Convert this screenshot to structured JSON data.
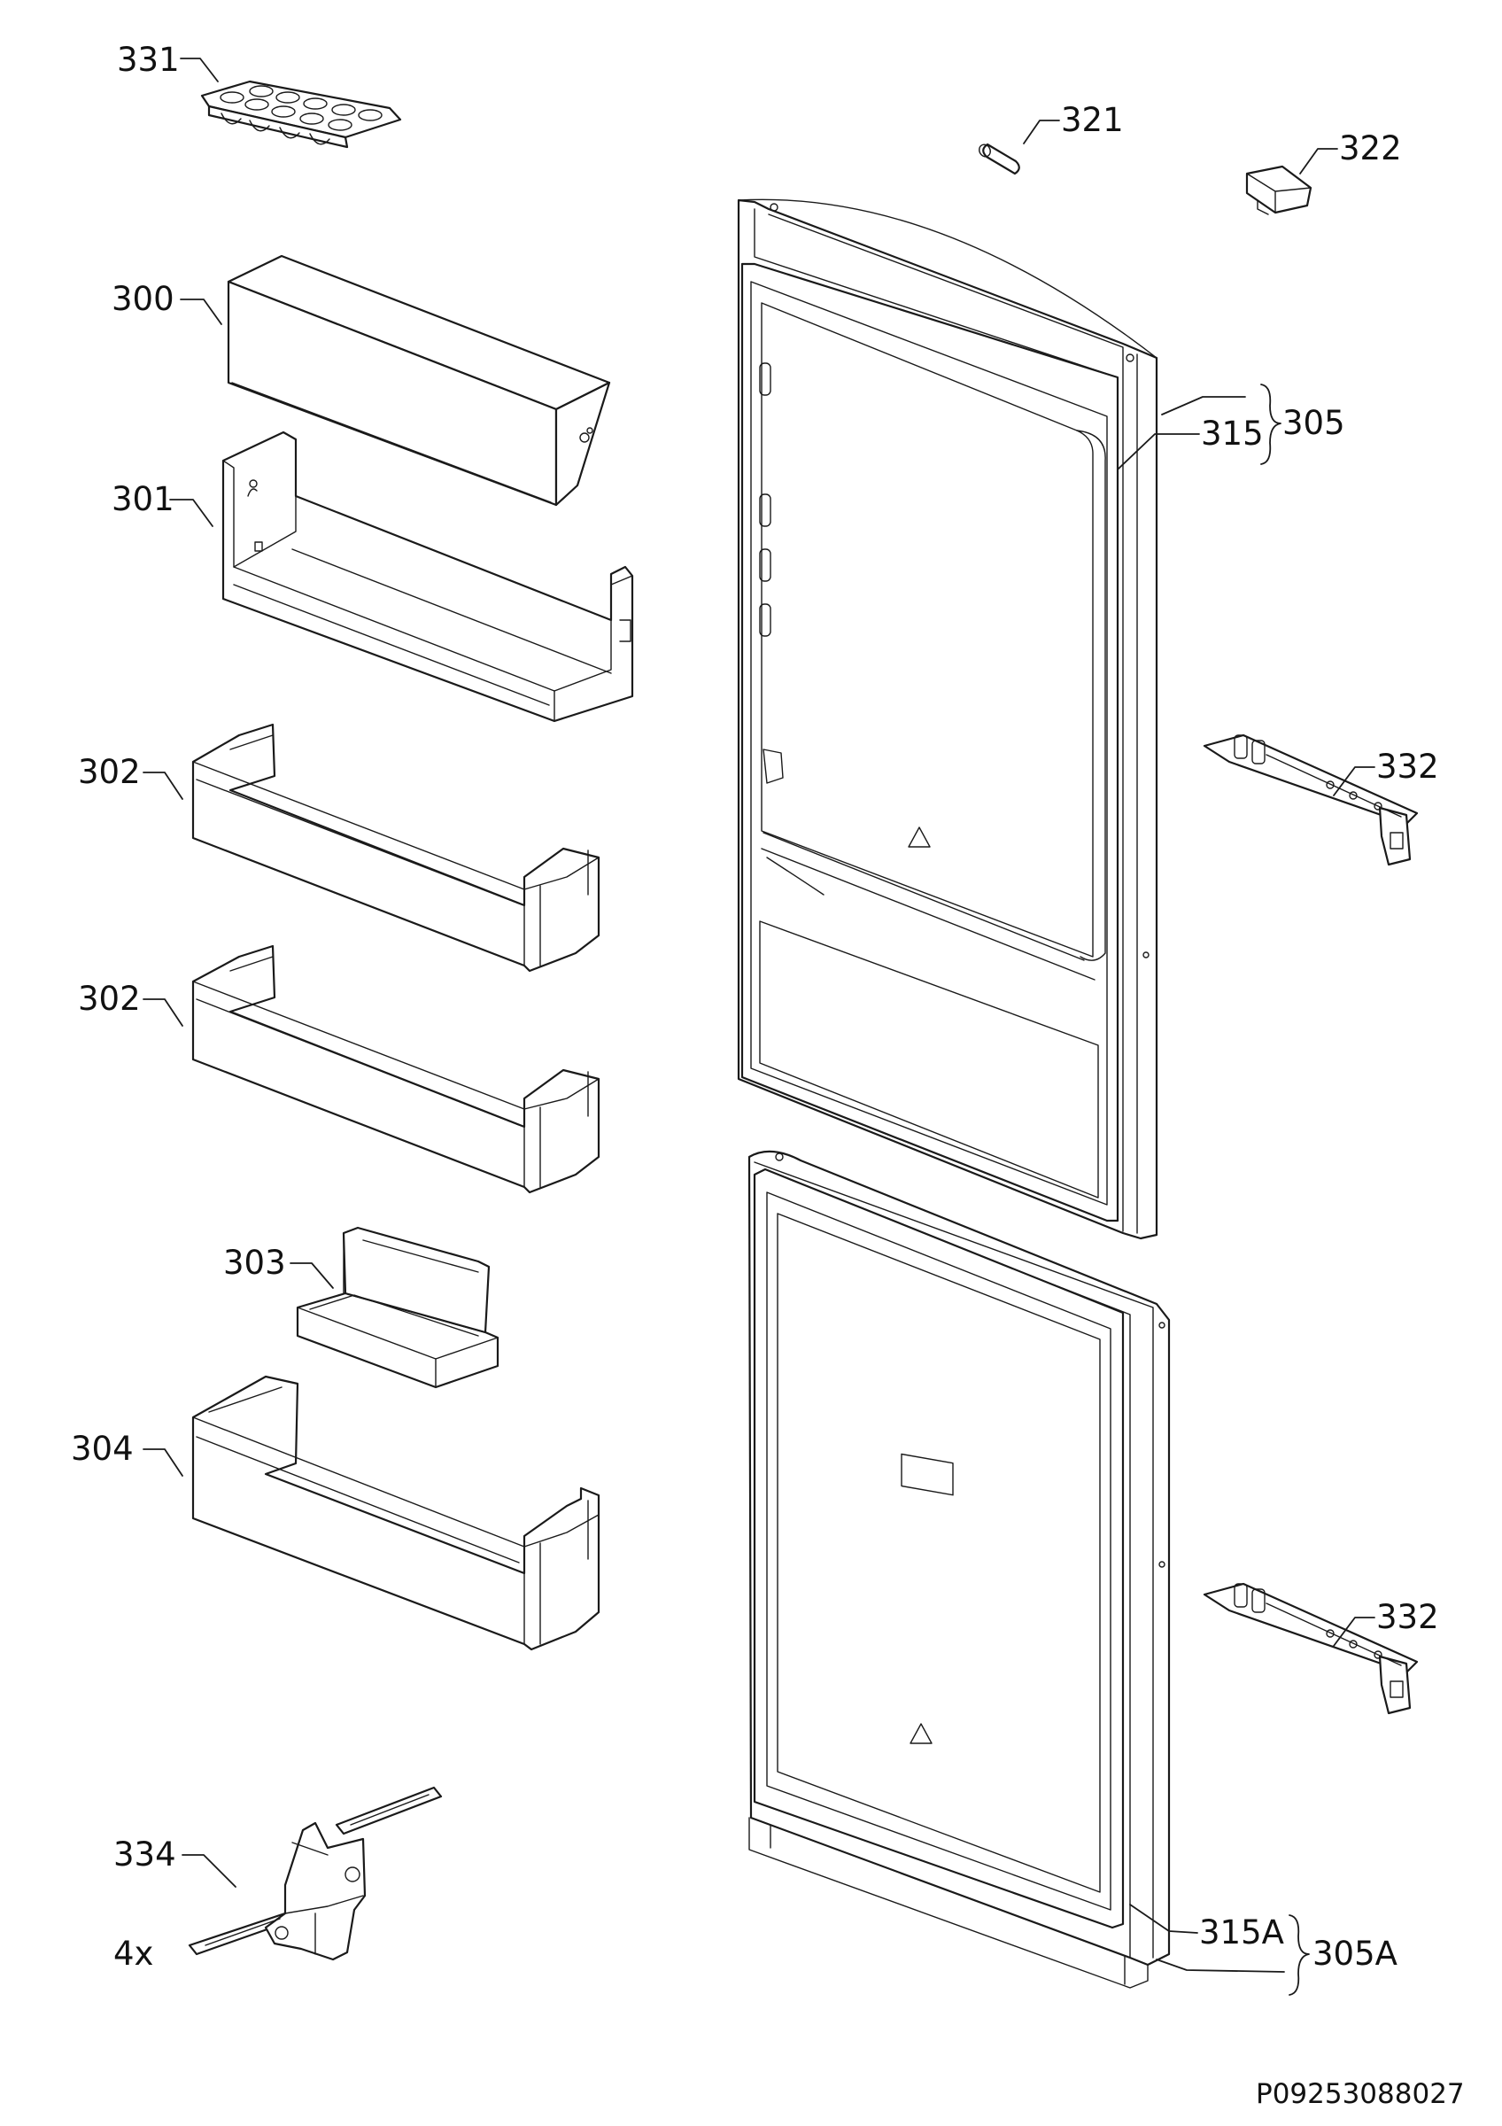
{
  "callouts": {
    "c331": "331",
    "c321": "321",
    "c322": "322",
    "c300": "300",
    "c301": "301",
    "c305": "305",
    "c315": "315",
    "c302a": "302",
    "c302b": "302",
    "c332a": "332",
    "c303": "303",
    "c304": "304",
    "c332b": "332",
    "c334": "334",
    "c4x": "4x",
    "c315A": "315A",
    "c305A": "305A"
  },
  "document_id": "P09253088027"
}
